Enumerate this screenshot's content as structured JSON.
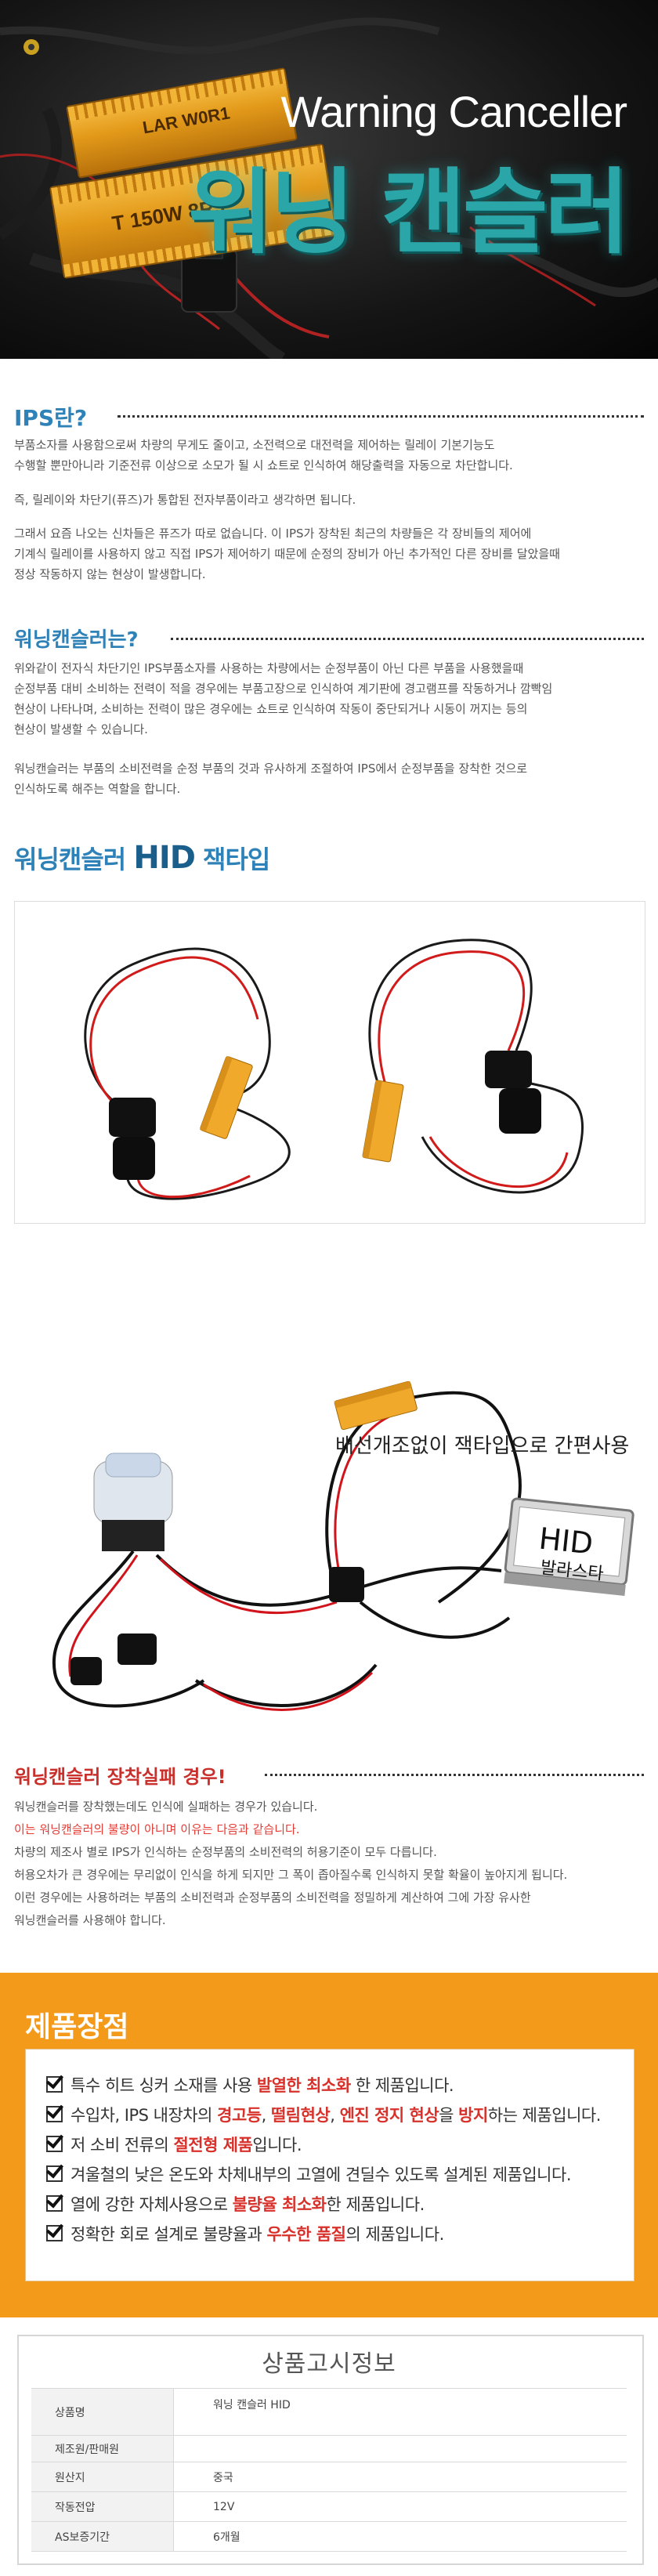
{
  "hero": {
    "title_en": "Warning Canceller",
    "title_ko": "워닝 캔슬러",
    "resistor_label_top": "LAR W0R1",
    "resistor_label_bottom": "T 150W 8RJ"
  },
  "ips": {
    "heading": "IPS란?",
    "p1_line1": "부품소자를 사용함으로써 차량의 무게도 줄이고, 소전력으로 대전력을 제어하는 릴레이 기본기능도",
    "p1_line2": "수행할 뿐만아니라 기준전류 이상으로 소모가 될 시 쇼트로 인식하여 해당출력을 자동으로 차단합니다.",
    "p2": "즉, 릴레이와 차단기(퓨즈)가 통합된 전자부품이라고 생각하면 됩니다.",
    "p3_line1": "그래서 요즘 나오는 신차들은 퓨즈가 따로 없습니다. 이 IPS가 장착된 최근의 차량들은 각 장비들의 제어에",
    "p3_line2": "기계식 릴레이를 사용하지 않고 직접 IPS가 제어하기 때문에 순정의 장비가 아닌 추가적인 다른 장비를 달았을때",
    "p3_line3": "정상 작동하지 않는 현상이 발생합니다."
  },
  "warning": {
    "heading": "워닝캔슬러는?",
    "p1_line1": "위와같이 전자식 차단기인 IPS부품소자를 사용하는 차량에서는 순정부품이 아닌 다른 부품을 사용했을때",
    "p1_line2": "순정부품 대비 소비하는 전력이 적을 경우에는 부품고장으로 인식하여 계기판에 경고램프를 작동하거나 깜빡임",
    "p1_line3": "현상이 나타나며, 소비하는 전력이 많은 경우에는 쇼트로 인식하여 작동이 중단되거나 시동이 꺼지는 등의",
    "p1_line4": "현상이 발생할 수 있습니다.",
    "p2_line1": "워닝캔슬러는 부품의 소비전력을 순정 부품의 것과 유사하게 조절하여 IPS에서 순정부품을 장착한 것으로",
    "p2_line2": "인식하도록 해주는 역할을 합니다."
  },
  "hid": {
    "title_prefix": "워닝캔슬러",
    "title_highlight": "HID",
    "title_suffix": "잭타입",
    "caption": "배선개조없이 잭타입으로 간편사용",
    "ballast_label_1": "HID",
    "ballast_label_2": "발라스타"
  },
  "fail": {
    "heading": "워닝캔슬러 장착실패 경우!",
    "l1": "워닝캔슬러를 장착했는데도 인식에 실패하는 경우가 있습니다.",
    "l2": "이는 워닝캔슬러의 불량이 아니며 이유는 다음과 같습니다.",
    "l3": "차량의 제조사 별로 IPS가 인식하는 순정부품의 소비전력의 허용기준이 모두 다릅니다.",
    "l4": "허용오차가 큰 경우에는 무리없이 인식을 하게 되지만 그 폭이 좁아질수록 인식하지 못할 확율이 높아지게 됩니다.",
    "l5": "이런 경우에는 사용하려는 부품의 소비전력과 순정부품의 소비전력을 정밀하게 계산하여 그에 가장 유사한",
    "l6": "워닝캔슬러를 사용해야 합니다."
  },
  "features": {
    "title": "제품장점",
    "items": [
      {
        "a": "특수 히트 싱커 소재를 사용 ",
        "b": "발열한 최소화",
        "c": " 한 제품입니다."
      },
      {
        "a": "수입차, IPS 내장차의 ",
        "b": "경고등",
        "c": ", ",
        "d": "떨림현상",
        "e": ", ",
        "f": "엔진 정지 현상",
        "g": "을 ",
        "h": "방지",
        "i": "하는 제품입니다."
      },
      {
        "a": "저 소비 전류의 ",
        "b": "절전형 제품",
        "c": "입니다."
      },
      {
        "a": "겨울철의 낮은 온도와 차체내부의 고열에 견딜수 있도록 설계된 제품입니다."
      },
      {
        "a": "열에 강한 자체사용으로 ",
        "b": "불량율 최소화",
        "c": "한 제품입니다."
      },
      {
        "a": "정확한 회로 설계로 불량율과 ",
        "b": "우수한 품질",
        "c": "의 제품입니다."
      }
    ]
  },
  "info": {
    "title": "상품고시정보",
    "rows": [
      {
        "k": "상품명",
        "v": "워닝 캔슬러 HID"
      },
      {
        "k": "제조원/판매원",
        "v": ""
      },
      {
        "k": "원산지",
        "v": "중국"
      },
      {
        "k": "작동전압",
        "v": "12V"
      },
      {
        "k": "AS보증기간",
        "v": "6개월"
      }
    ]
  }
}
